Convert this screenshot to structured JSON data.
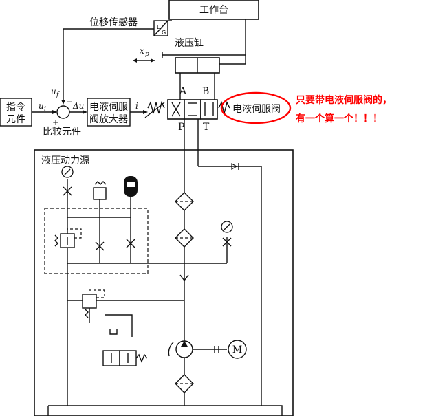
{
  "labels": {
    "workbench": "工作台",
    "displacement_sensor": "位移传感器",
    "cylinder": "液压缸",
    "xp": "x",
    "xp_sub": "p",
    "uf": "u",
    "uf_sub": "f",
    "ui": "u",
    "ui_sub": "i",
    "du": "Δu",
    "i": "i",
    "plus": "+",
    "minus": "−",
    "command_line1": "指令",
    "command_line2": "元件",
    "comparator": "比较元件",
    "amp_line1": "电液伺服",
    "amp_line2": "阀放大器",
    "servo_valve": "电液伺服阀",
    "port_a": "A",
    "port_b": "B",
    "port_p": "P",
    "port_t": "T",
    "power_source": "液压动力源",
    "lvdt_l": "L",
    "lvdt_g": "G",
    "motor": "M"
  },
  "annotation": {
    "line1": "只要带电液伺服阀的，",
    "line2": "有一个算一个！！！",
    "color": "#ff0000"
  }
}
